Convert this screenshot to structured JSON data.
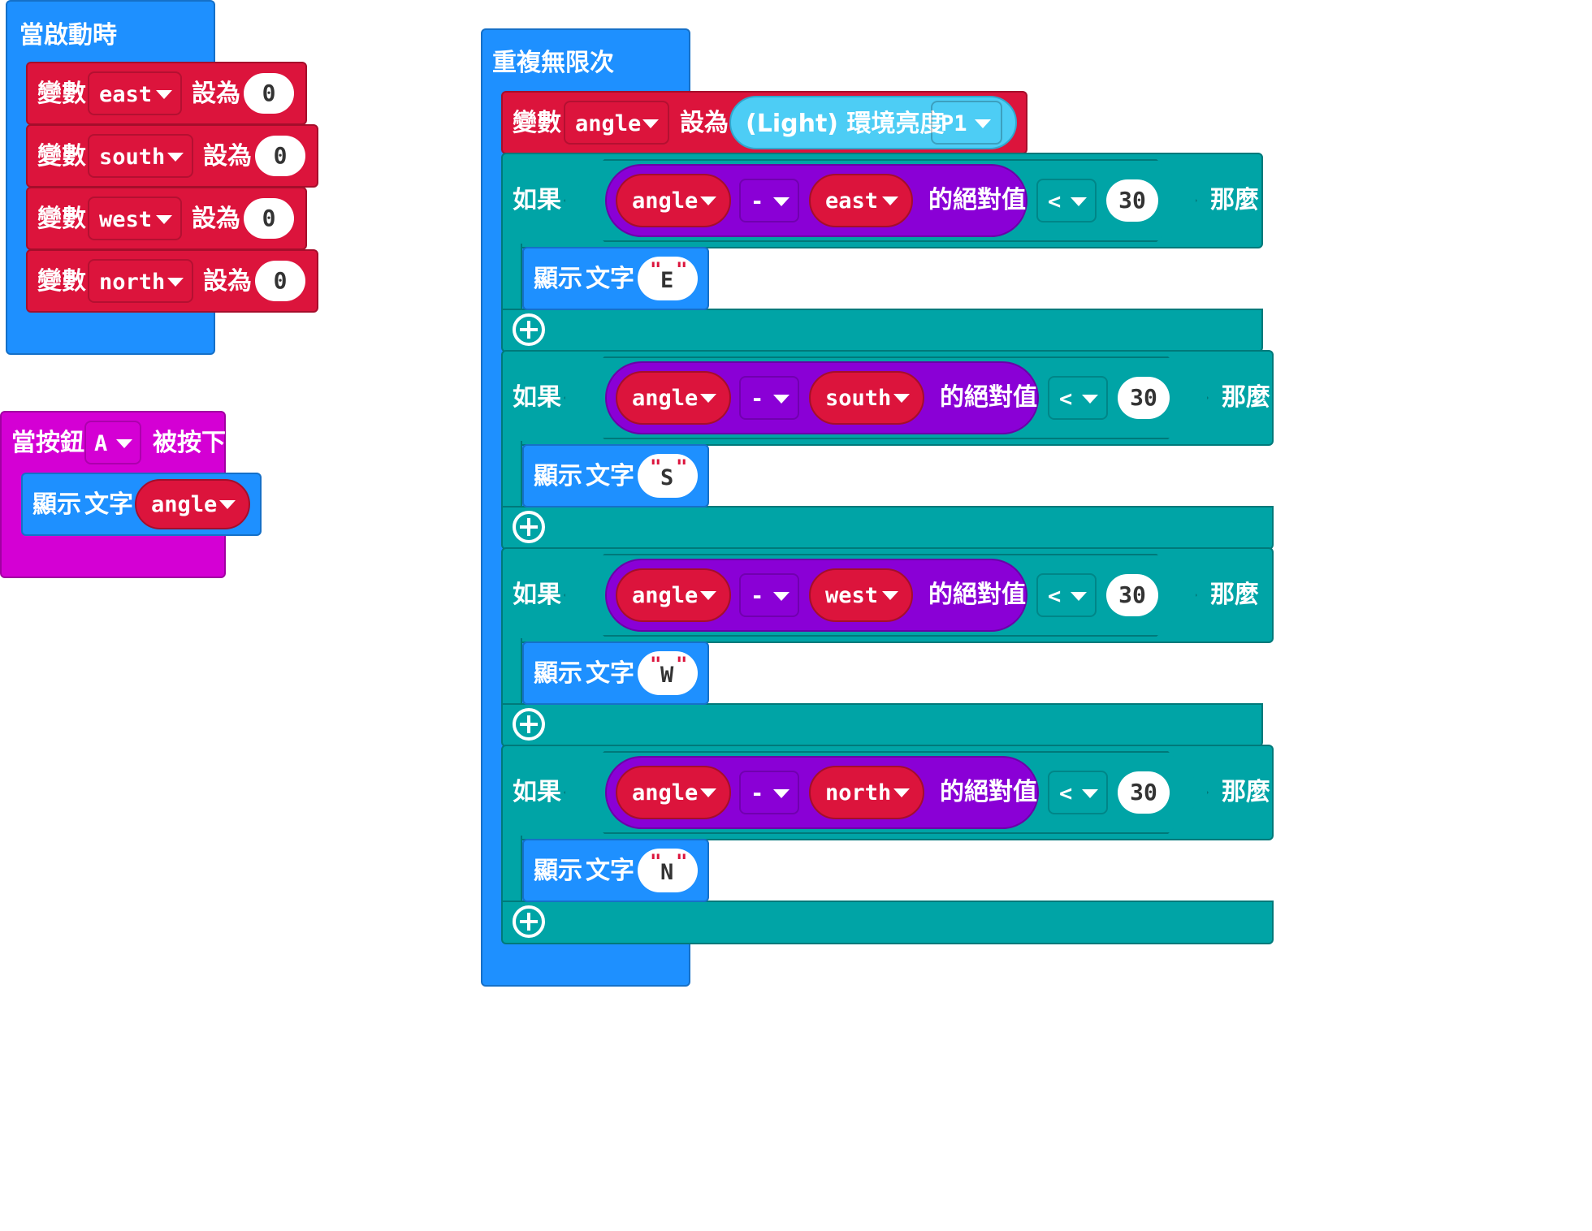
{
  "on_start": {
    "hat_label": "當啟動時",
    "set_var_label": "變數",
    "set_to_label": "設為",
    "vars": [
      {
        "name": "east",
        "value": "0"
      },
      {
        "name": "south",
        "value": "0"
      },
      {
        "name": "west",
        "value": "0"
      },
      {
        "name": "north",
        "value": "0"
      }
    ]
  },
  "on_button": {
    "hat_label_pre": "當按鈕",
    "button": "A",
    "hat_label_post": "被按下",
    "show_label": "顯示",
    "text_label": "文字",
    "value_var": "angle"
  },
  "forever": {
    "hat_label": "重複無限次",
    "set_var_label": "變數",
    "set_var": "angle",
    "set_to_label": "設為",
    "light_label": "(Light) 環境亮度",
    "pin": "P1",
    "if_label": "如果",
    "then_label": "那麼",
    "abs_label": "的絕對值",
    "minus_op": "-",
    "cmp_op": "<",
    "show_label": "顯示",
    "text_label": "文字",
    "quote": "\"",
    "conditions": [
      {
        "left": "angle",
        "right": "east",
        "threshold": "30",
        "show": "E"
      },
      {
        "left": "angle",
        "right": "south",
        "threshold": "30",
        "show": "S"
      },
      {
        "left": "angle",
        "right": "west",
        "threshold": "30",
        "show": "W"
      },
      {
        "left": "angle",
        "right": "north",
        "threshold": "30",
        "show": "N"
      }
    ]
  },
  "colors": {
    "events": "#1e90ff",
    "variables": "#dc143c",
    "logic": "#00a4a6",
    "input": "#d400d4",
    "math": "#8a00d6",
    "light_sensor": "#4dcdf5"
  }
}
